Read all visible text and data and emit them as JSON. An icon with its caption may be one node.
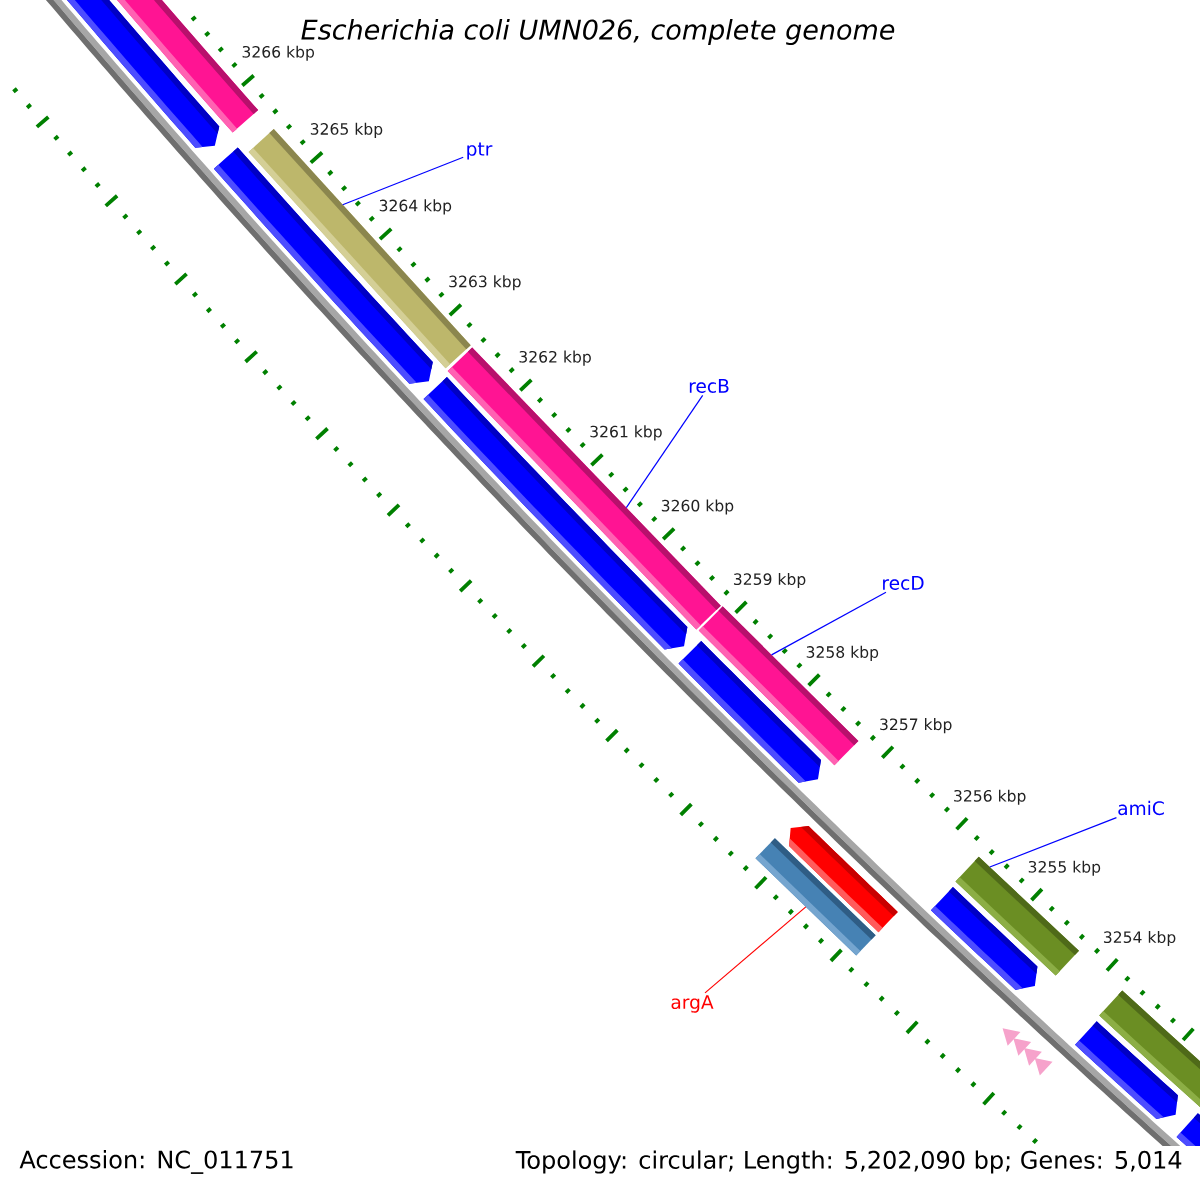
{
  "diagram": {
    "title": "Escherichia coli UMN026, complete genome",
    "nodes": [
      {
        "text": [
          "ptr"
        ]
      },
      {
        "text": [],
        "shape": "bar"
      },
      {
        "text": [
          "recB"
        ]
      },
      {
        "text": [],
        "shape": "bar"
      },
      {
        "text": [
          "recD"
        ]
      },
      {
        "text": [],
        "shape": "bar"
      },
      {
        "text": [
          "amiC"
        ]
      },
      {
        "text": [],
        "shape": "bar"
      },
      {
        "text": [
          "argA"
        ]
      },
      {
        "text": [],
        "shape": "bar"
      }
    ],
    "edges": [
      {
        "from": 0,
        "to": 1,
        "arrow": "none"
      },
      {
        "from": 2,
        "to": 3,
        "arrow": "none"
      },
      {
        "from": 4,
        "to": 5,
        "arrow": "none"
      },
      {
        "from": 6,
        "to": 7,
        "arrow": "none"
      },
      {
        "from": 8,
        "to": 9,
        "arrow": "none",
        "color": "#ff0000"
      }
    ],
    "labels": [
      "3266 kbp",
      "3265 kbp",
      "3264 kbp",
      "3263 kbp",
      "3262 kbp",
      "3261 kbp",
      "3260 kbp",
      "3259 kbp",
      "3258 kbp",
      "3257 kbp",
      "3256 kbp",
      "3255 kbp",
      "3254 kbp",
      "Accession: NC_011751",
      "Topology: circular; Length: 5,202,090 bp; Genes: 5,014"
    ]
  }
}
